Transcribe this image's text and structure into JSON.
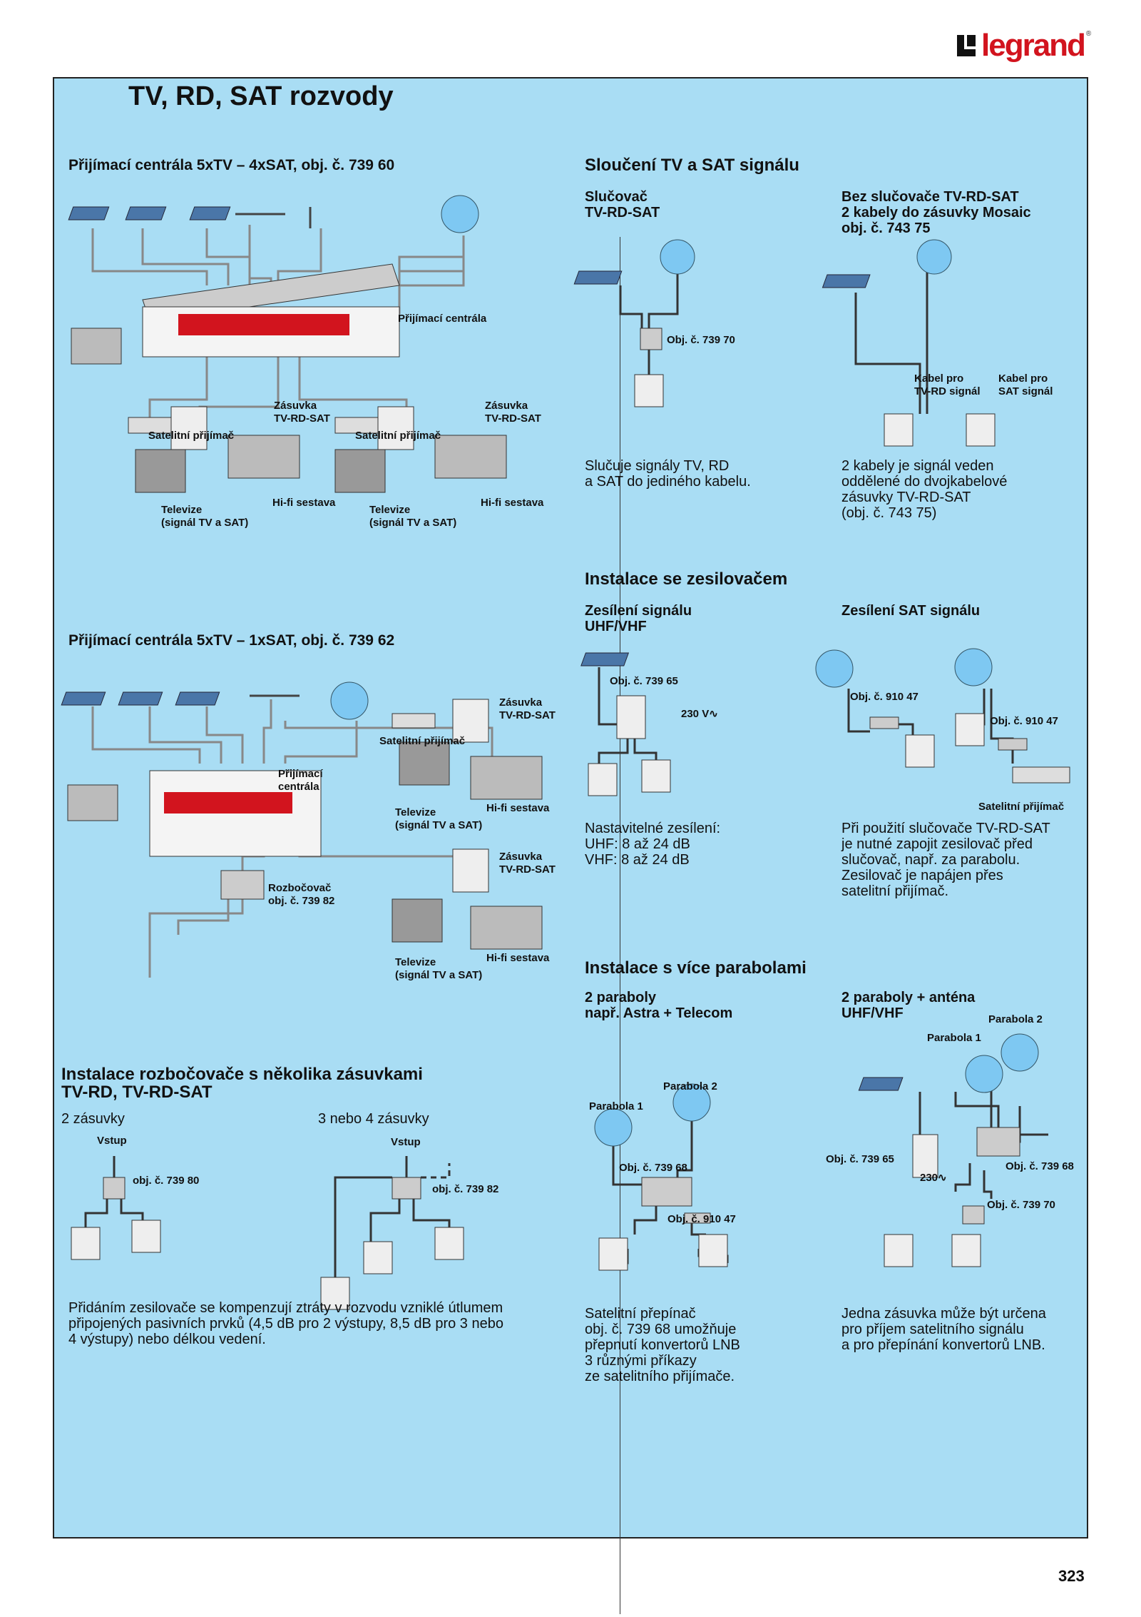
{
  "brand": {
    "name": "legrand",
    "accent": "#d2141e",
    "panel_bg": "#a9ddf4"
  },
  "page": {
    "title": "TV, RD, SAT rozvody",
    "number": "323"
  },
  "s1": {
    "heading": "Přijímací centrála 5xTV – 4xSAT, obj. č. 739 60",
    "labels": {
      "central": "Přijímací centrála",
      "socket1": "Zásuvka\nTV-RD-SAT",
      "socket2": "Zásuvka\nTV-RD-SAT",
      "sat1": "Satelitní přijímač",
      "sat2": "Satelitní přijímač",
      "tv1": "Televize\n(signál TV a SAT)",
      "tv2": "Televize\n(signál TV a SAT)",
      "hifi1": "Hi-fi sestava",
      "hifi2": "Hi-fi sestava"
    }
  },
  "s2": {
    "heading": "Sloučení TV a SAT signálu",
    "left_sub": "Slučovač\nTV-RD-SAT",
    "left_obj": "Obj. č. 739 70",
    "left_text": "Slučuje signály TV, RD\na SAT do jediného kabelu.",
    "right_sub": "Bez slučovače TV-RD-SAT\n2 kabely do zásuvky Mosaic\nobj. č. 743 75",
    "right_l1": "Kabel pro\nTV-RD signál",
    "right_l2": "Kabel pro\nSAT signál",
    "right_text": "2 kabely je signál veden\noddělené do dvojkabelové\nzásuvky TV-RD-SAT\n(obj. č. 743 75)"
  },
  "s3": {
    "heading": "Přijímací centrála 5xTV – 1xSAT, obj. č. 739 62",
    "labels": {
      "socket1": "Zásuvka\nTV-RD-SAT",
      "sat": "Satelitní přijímač",
      "central": "Přijímací\ncentrála",
      "tv1": "Televize\n(signál TV a SAT)",
      "hifi1": "Hi-fi sestava",
      "socket2": "Zásuvka\nTV-RD-SAT",
      "splitter": "Rozbočovač\nobj. č. 739 82",
      "tv2": "Televize\n(signál TV a SAT)",
      "hifi2": "Hi-fi sestava"
    }
  },
  "s4": {
    "heading": "Instalace se zesilovačem",
    "left_sub": "Zesílení signálu\nUHF/VHF",
    "left_obj": "Obj. č. 739 65",
    "left_volt": "230 V∿",
    "left_text": "Nastavitelné zesílení:\nUHF: 8 až 24 dB\nVHF: 8 až 24 dB",
    "right_sub": "Zesílení SAT signálu",
    "right_obj1": "Obj. č. 910 47",
    "right_obj2": "Obj. č. 910 47",
    "right_sat": "Satelitní přijímač",
    "right_text": "Při použití slučovače TV-RD-SAT\nje nutné zapojit zesilovač před\nslučovač, např. za parabolu.\nZesilovač je napájen přes\nsatelitní přijímač."
  },
  "s5": {
    "heading": "Instalace s více parabolami",
    "left_sub": "2 paraboly\nnapř. Astra + Telecom",
    "left_p1": "Parabola 1",
    "left_p2": "Parabola 2",
    "left_obj1": "Obj. č. 739 68",
    "left_obj2": "Obj. č. 910 47",
    "left_text": "Satelitní přepínač\nobj. č. 739 68 umožňuje\npřepnutí konvertorů LNB\n3 různými příkazy\nze satelitního přijímače.",
    "right_sub": "2 paraboly + anténa\nUHF/VHF",
    "right_p1": "Parabola 1",
    "right_p2": "Parabola 2",
    "right_obj1": "Obj. č. 739 65",
    "right_obj2": "Obj. č. 739 68",
    "right_obj3": "Obj. č. 739 70",
    "right_volt": "230∿",
    "right_text": "Jedna zásuvka může být určena\npro příjem satelitního signálu\na pro přepínání konvertorů LNB."
  },
  "s6": {
    "heading": "Instalace rozbočovače s několika zásuvkami\nTV-RD, TV-RD-SAT",
    "left_sub": "2 zásuvky",
    "left_in": "Vstup",
    "left_obj": "obj. č. 739 80",
    "right_sub": "3 nebo 4 zásuvky",
    "right_in": "Vstup",
    "right_obj": "obj. č. 739 82",
    "text": "Přidáním zesilovače se kompenzují ztráty v rozvodu vzniklé útlumem\npřipojených pasivních prvků (4,5 dB pro 2 výstupy, 8,5 dB pro 3 nebo\n4 výstupy) nebo délkou vedení."
  }
}
